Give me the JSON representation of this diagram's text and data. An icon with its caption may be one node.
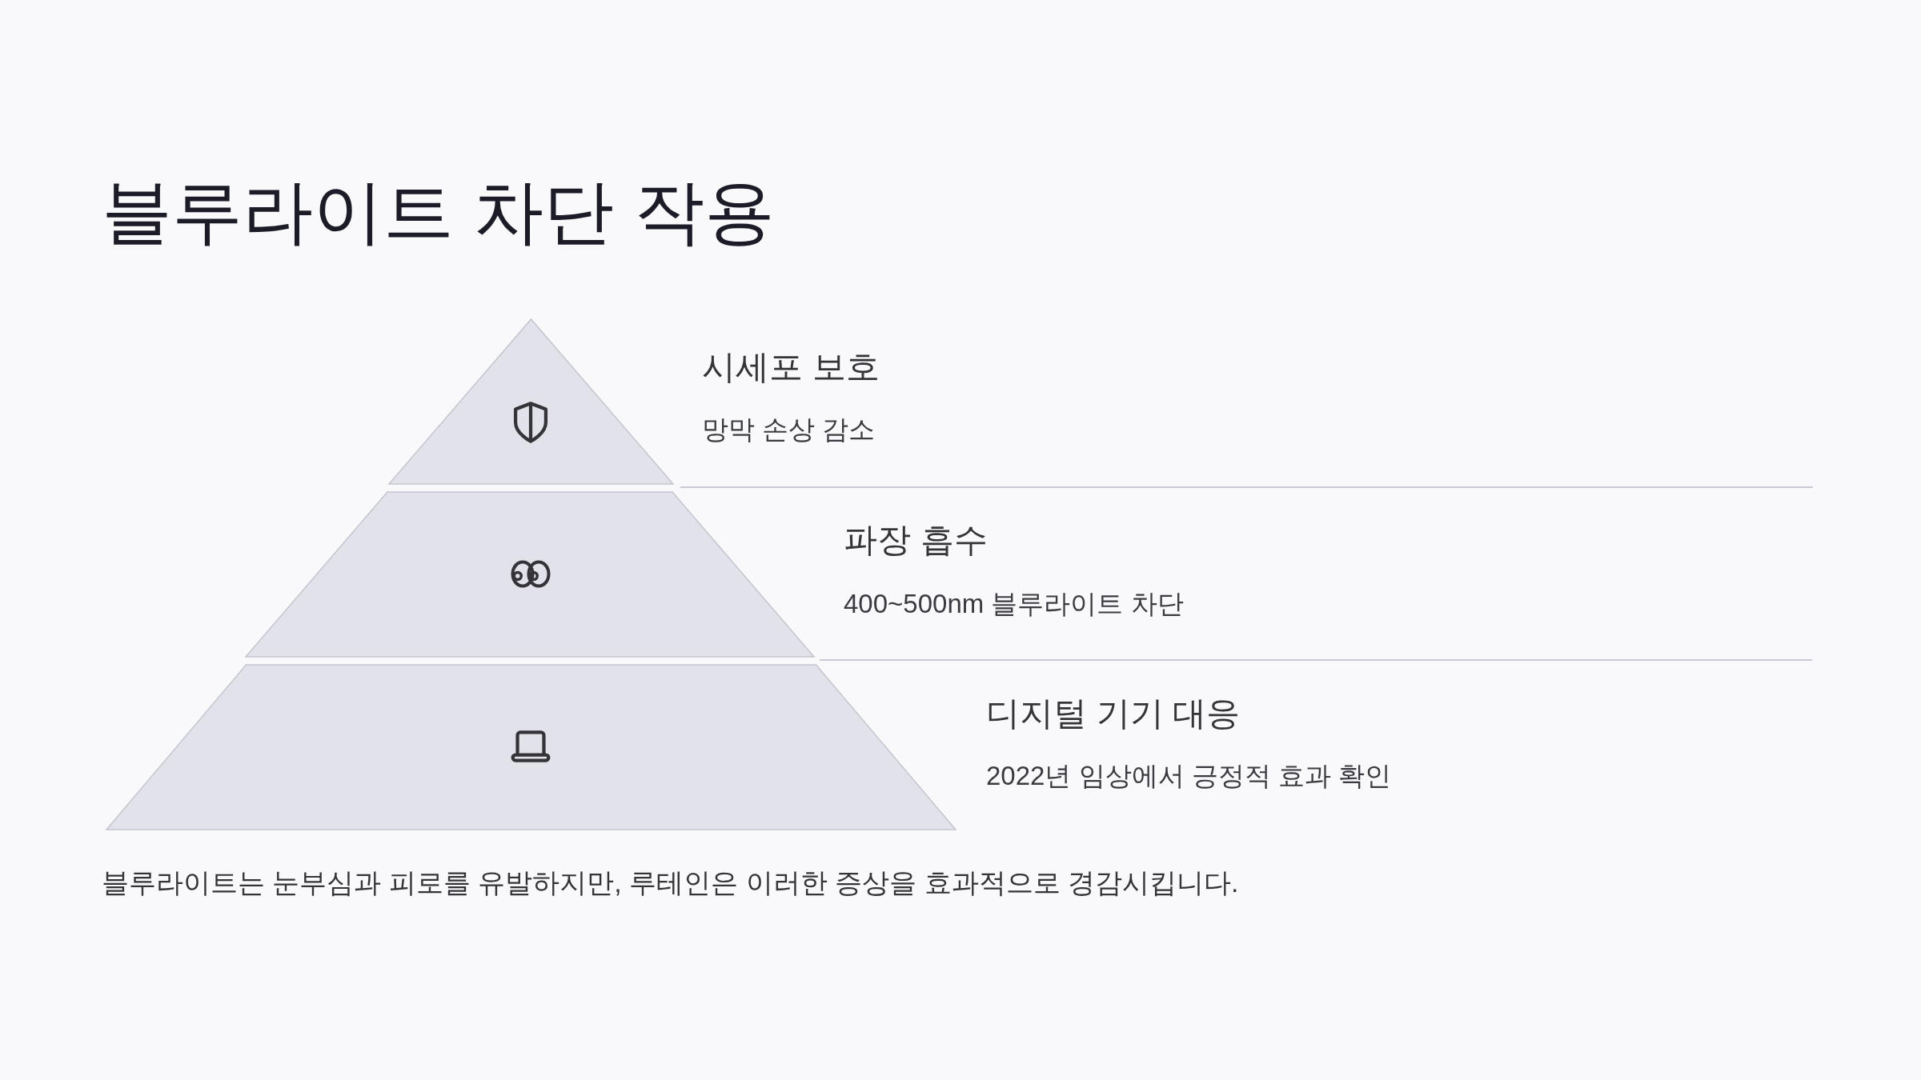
{
  "diagram": {
    "title": "블루라이트 차단 작용",
    "nodes": [
      {
        "text": [],
        "shape": "triangle",
        "beside": [
          "시세포 보호",
          "망막 손상 감소"
        ]
      },
      {
        "text": [],
        "shape": "trapezoid",
        "beside": [
          "파장 흡수",
          "400~500nm 블루라이트 차단"
        ]
      },
      {
        "text": [],
        "shape": "trapezoid",
        "beside": [
          "디지털 기기 대응",
          "2022년 임상에서 긍정적 효과 확인"
        ]
      }
    ],
    "caption": "블루라이트는 눈부심과 피로를 유발하지만, 루테인은 이러한 증상을 효과적으로 경감시킵니다."
  }
}
